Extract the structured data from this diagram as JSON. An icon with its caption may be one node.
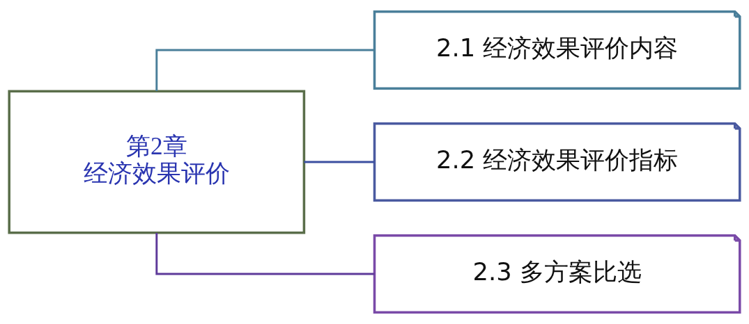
{
  "diagram": {
    "nodes": [
      {
        "text": [
          "第2章",
          "经济效果评价"
        ]
      },
      {
        "text": [
          "2.1 经济效果评价内容"
        ]
      },
      {
        "text": [
          "2.2 经济效果评价指标"
        ]
      },
      {
        "text": [
          "2.3 多方案比选"
        ]
      }
    ],
    "edges": [
      {
        "from": 0,
        "to": 1,
        "arrow": "none",
        "color": "#4a7f9a"
      },
      {
        "from": 0,
        "to": 2,
        "arrow": "none",
        "color": "#3a4fa0"
      },
      {
        "from": 0,
        "to": 3,
        "arrow": "none",
        "color": "#5e3a9a"
      }
    ]
  }
}
